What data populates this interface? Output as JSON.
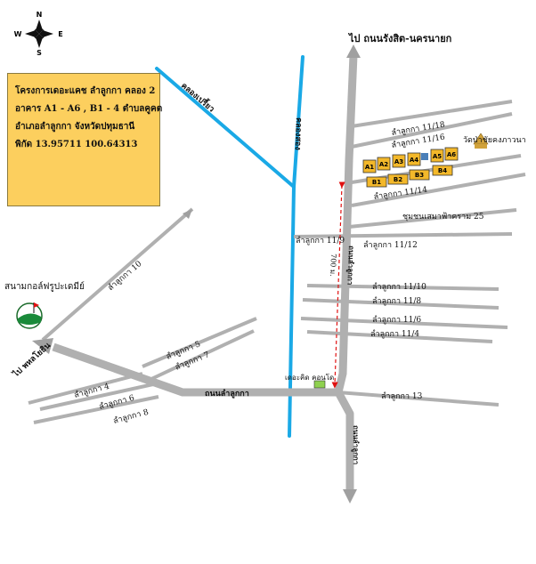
{
  "compass": {
    "north": "N",
    "south": "S",
    "east": "E",
    "west": "W"
  },
  "info": {
    "line1": "โครงการเดอะแคช ลำลูกกา คลอง 2",
    "line2": "อาคาร A1 - A6 ,  B1 - 4 ตำบลคูคต",
    "line3": "อำเภอลำลูกกา จังหวัดปทุมธานี",
    "line4": "พิกัด 13.95711      100.64313"
  },
  "labels": {
    "to_rangsit": "ไป ถนนรังสิต-นครนายก",
    "canal_mai": "คลองเปรี้ยว",
    "canal_2": "คลองสอง",
    "wat": "วัดป่าชัยคงภาวนา",
    "lane_11_18": "ลำลูกกา 11/18",
    "lane_11_16": "ลำลูกกา 11/16",
    "lane_11_14": "ลำลูกกา 11/14",
    "lane_25": "ชุมชนเสมาฟ้าคราม 25",
    "lane_11_9": "ลำลูกกา 11/9",
    "lane_11_12": "ลำลูกกา 11/12",
    "lane_11_10": "ลำลูกกา 11/10",
    "lane_11_8": "ลำลูกกา 11/8",
    "lane_11_6": "ลำลูกกา 11/6",
    "lane_11_4": "ลำลูกกา 11/4",
    "lane_13": "ลำลูกกา 13",
    "lane_5": "ลำลูกกา 5",
    "lane_7": "ลำลูกกา 7",
    "lane_4": "ลำลูกกา 4",
    "lane_6": "ลำลูกกา 6",
    "lane_8": "ลำลูกกา 8",
    "lane_10": "ลำลูกกา 10",
    "road_lamlukka": "ถนนลำลูกกา",
    "road_lamlukka_v": "ถนนลำลูกกา",
    "road_lamlukka_s": "ถนนลำลูกกา",
    "to_phahon": "ไป พหลโยธิน",
    "golf": "สนามกอล์ฟรูปะเดมีย์",
    "landmark": "เดอะคิด คอนโด",
    "distance": "700 ม."
  },
  "buildings": {
    "a": [
      "A1",
      "A2",
      "A3",
      "A4",
      "A5",
      "A6"
    ],
    "b": [
      "B1",
      "B2",
      "B3",
      "B4"
    ]
  },
  "colors": {
    "road": "#b0b0b0",
    "canal": "#1aa9e6",
    "building": "#f3b82a",
    "info_bg": "#fccf5e",
    "dashed": "#e01010"
  }
}
